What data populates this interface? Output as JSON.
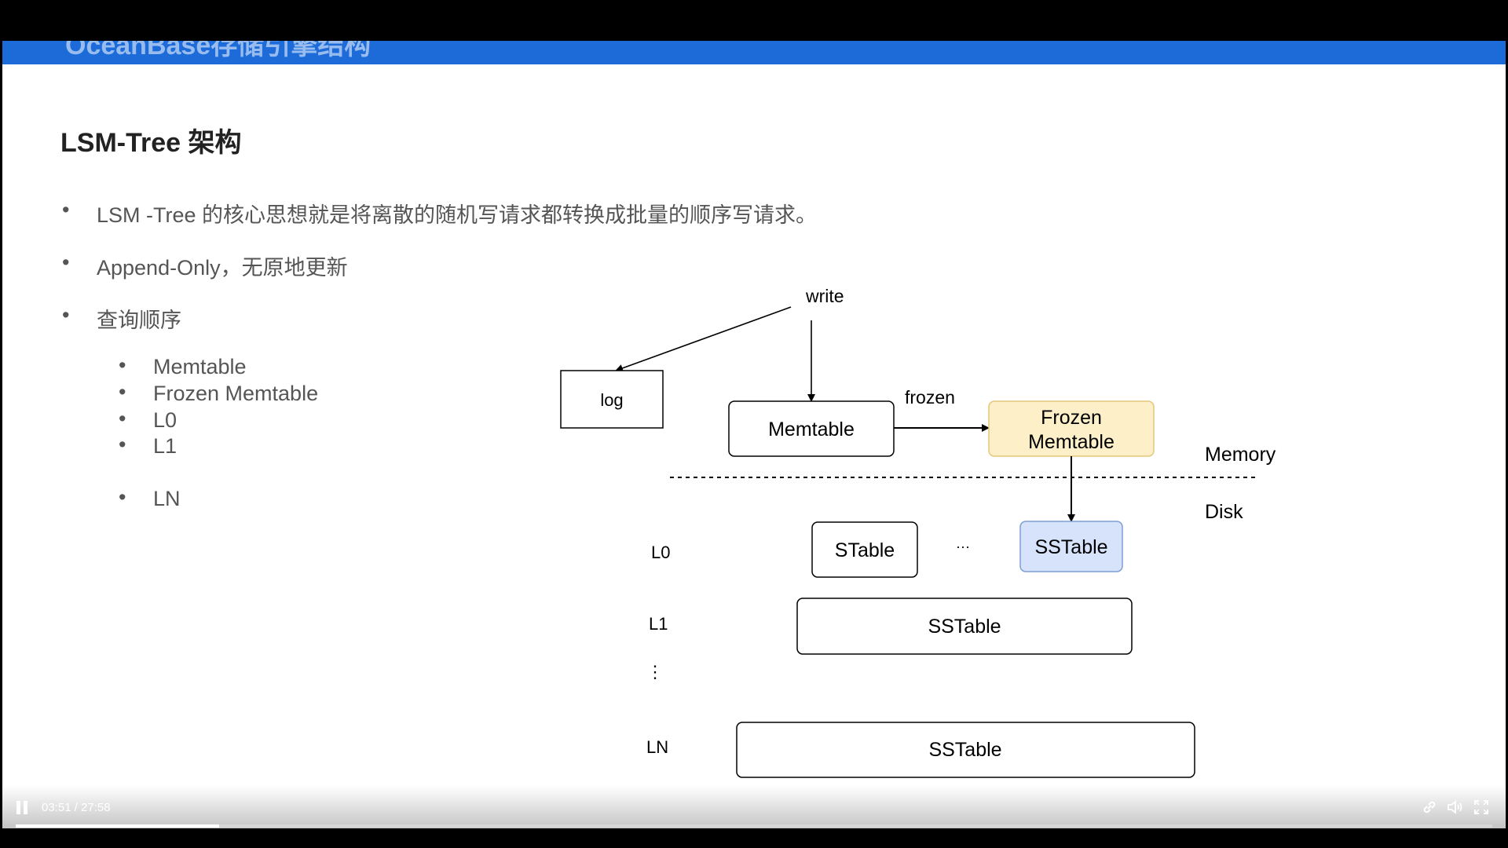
{
  "header": {
    "title": "OceanBase存储引擎结构"
  },
  "slide": {
    "title": "LSM-Tree 架构",
    "bullets": [
      "LSM -Tree 的核心思想就是将离散的随机写请求都转换成批量的顺序写请求。",
      "Append-Only，无原地更新",
      "查询顺序"
    ],
    "sub_bullets": [
      "Memtable",
      "Frozen Memtable",
      "L0",
      "L1",
      "LN"
    ],
    "bullet_dot": "•"
  },
  "diagram": {
    "write": "write",
    "log": "log",
    "memtable": "Memtable",
    "frozen_label": "frozen",
    "frozen_memtable_line1": "Frozen",
    "frozen_memtable_line2": "Memtable",
    "memory": "Memory",
    "disk": "Disk",
    "level_l0": "L0",
    "level_l1": "L1",
    "level_ellipsis": "⋮",
    "level_ln": "LN",
    "stable": "STable",
    "ellipsis": "···",
    "sstable_l0": "SSTable",
    "sstable_l1": "SSTable",
    "sstable_ln": "SSTable",
    "colors": {
      "frozen_fill": "#fdf0c8",
      "frozen_stroke": "#e4c77a",
      "sstable_fill": "#d6e3fb",
      "sstable_stroke": "#7f9fd6",
      "header_blue": "#1c6bd9"
    }
  },
  "player": {
    "time": "03:51 / 27:58",
    "progress": 0.1377,
    "icons": [
      "pause-icon",
      "link-icon",
      "volume-icon",
      "fullscreen-icon"
    ]
  }
}
